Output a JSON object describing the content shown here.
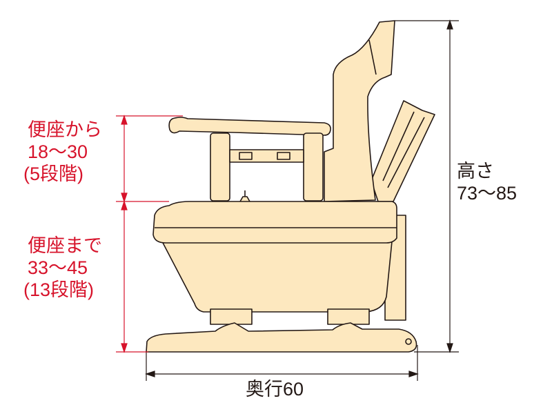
{
  "colors": {
    "body_fill": "#fde8bf",
    "outline": "#231815",
    "dimension_red": "#d7132b",
    "dimension_black": "#231815"
  },
  "dimensions": {
    "armrest_height": {
      "line1": "便座から",
      "line2": "18～30",
      "line3": "(5段階)"
    },
    "seat_height": {
      "line1": "便座まで",
      "line2": "33～45",
      "line3": "(13段階)"
    },
    "total_height": {
      "line1": "高さ",
      "line2": "73～85"
    },
    "depth": {
      "line1": "奥行60"
    }
  }
}
